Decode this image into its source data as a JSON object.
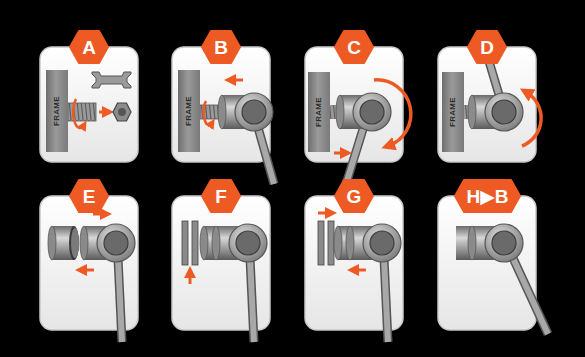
{
  "diagram": {
    "nodes": [
      {
        "text": [
          "A"
        ]
      },
      {
        "text": [
          "FRAME"
        ]
      },
      {
        "text": [
          "B"
        ]
      },
      {
        "text": [
          "FRAME"
        ]
      },
      {
        "text": [
          "C"
        ]
      },
      {
        "text": [
          "FRAME"
        ]
      },
      {
        "text": [
          "D"
        ]
      },
      {
        "text": [
          "FRAME"
        ]
      },
      {
        "text": [
          "E"
        ]
      },
      {
        "text": [
          "F"
        ]
      },
      {
        "text": [
          "G"
        ]
      },
      {
        "text": [
          "H▶B"
        ]
      }
    ]
  }
}
